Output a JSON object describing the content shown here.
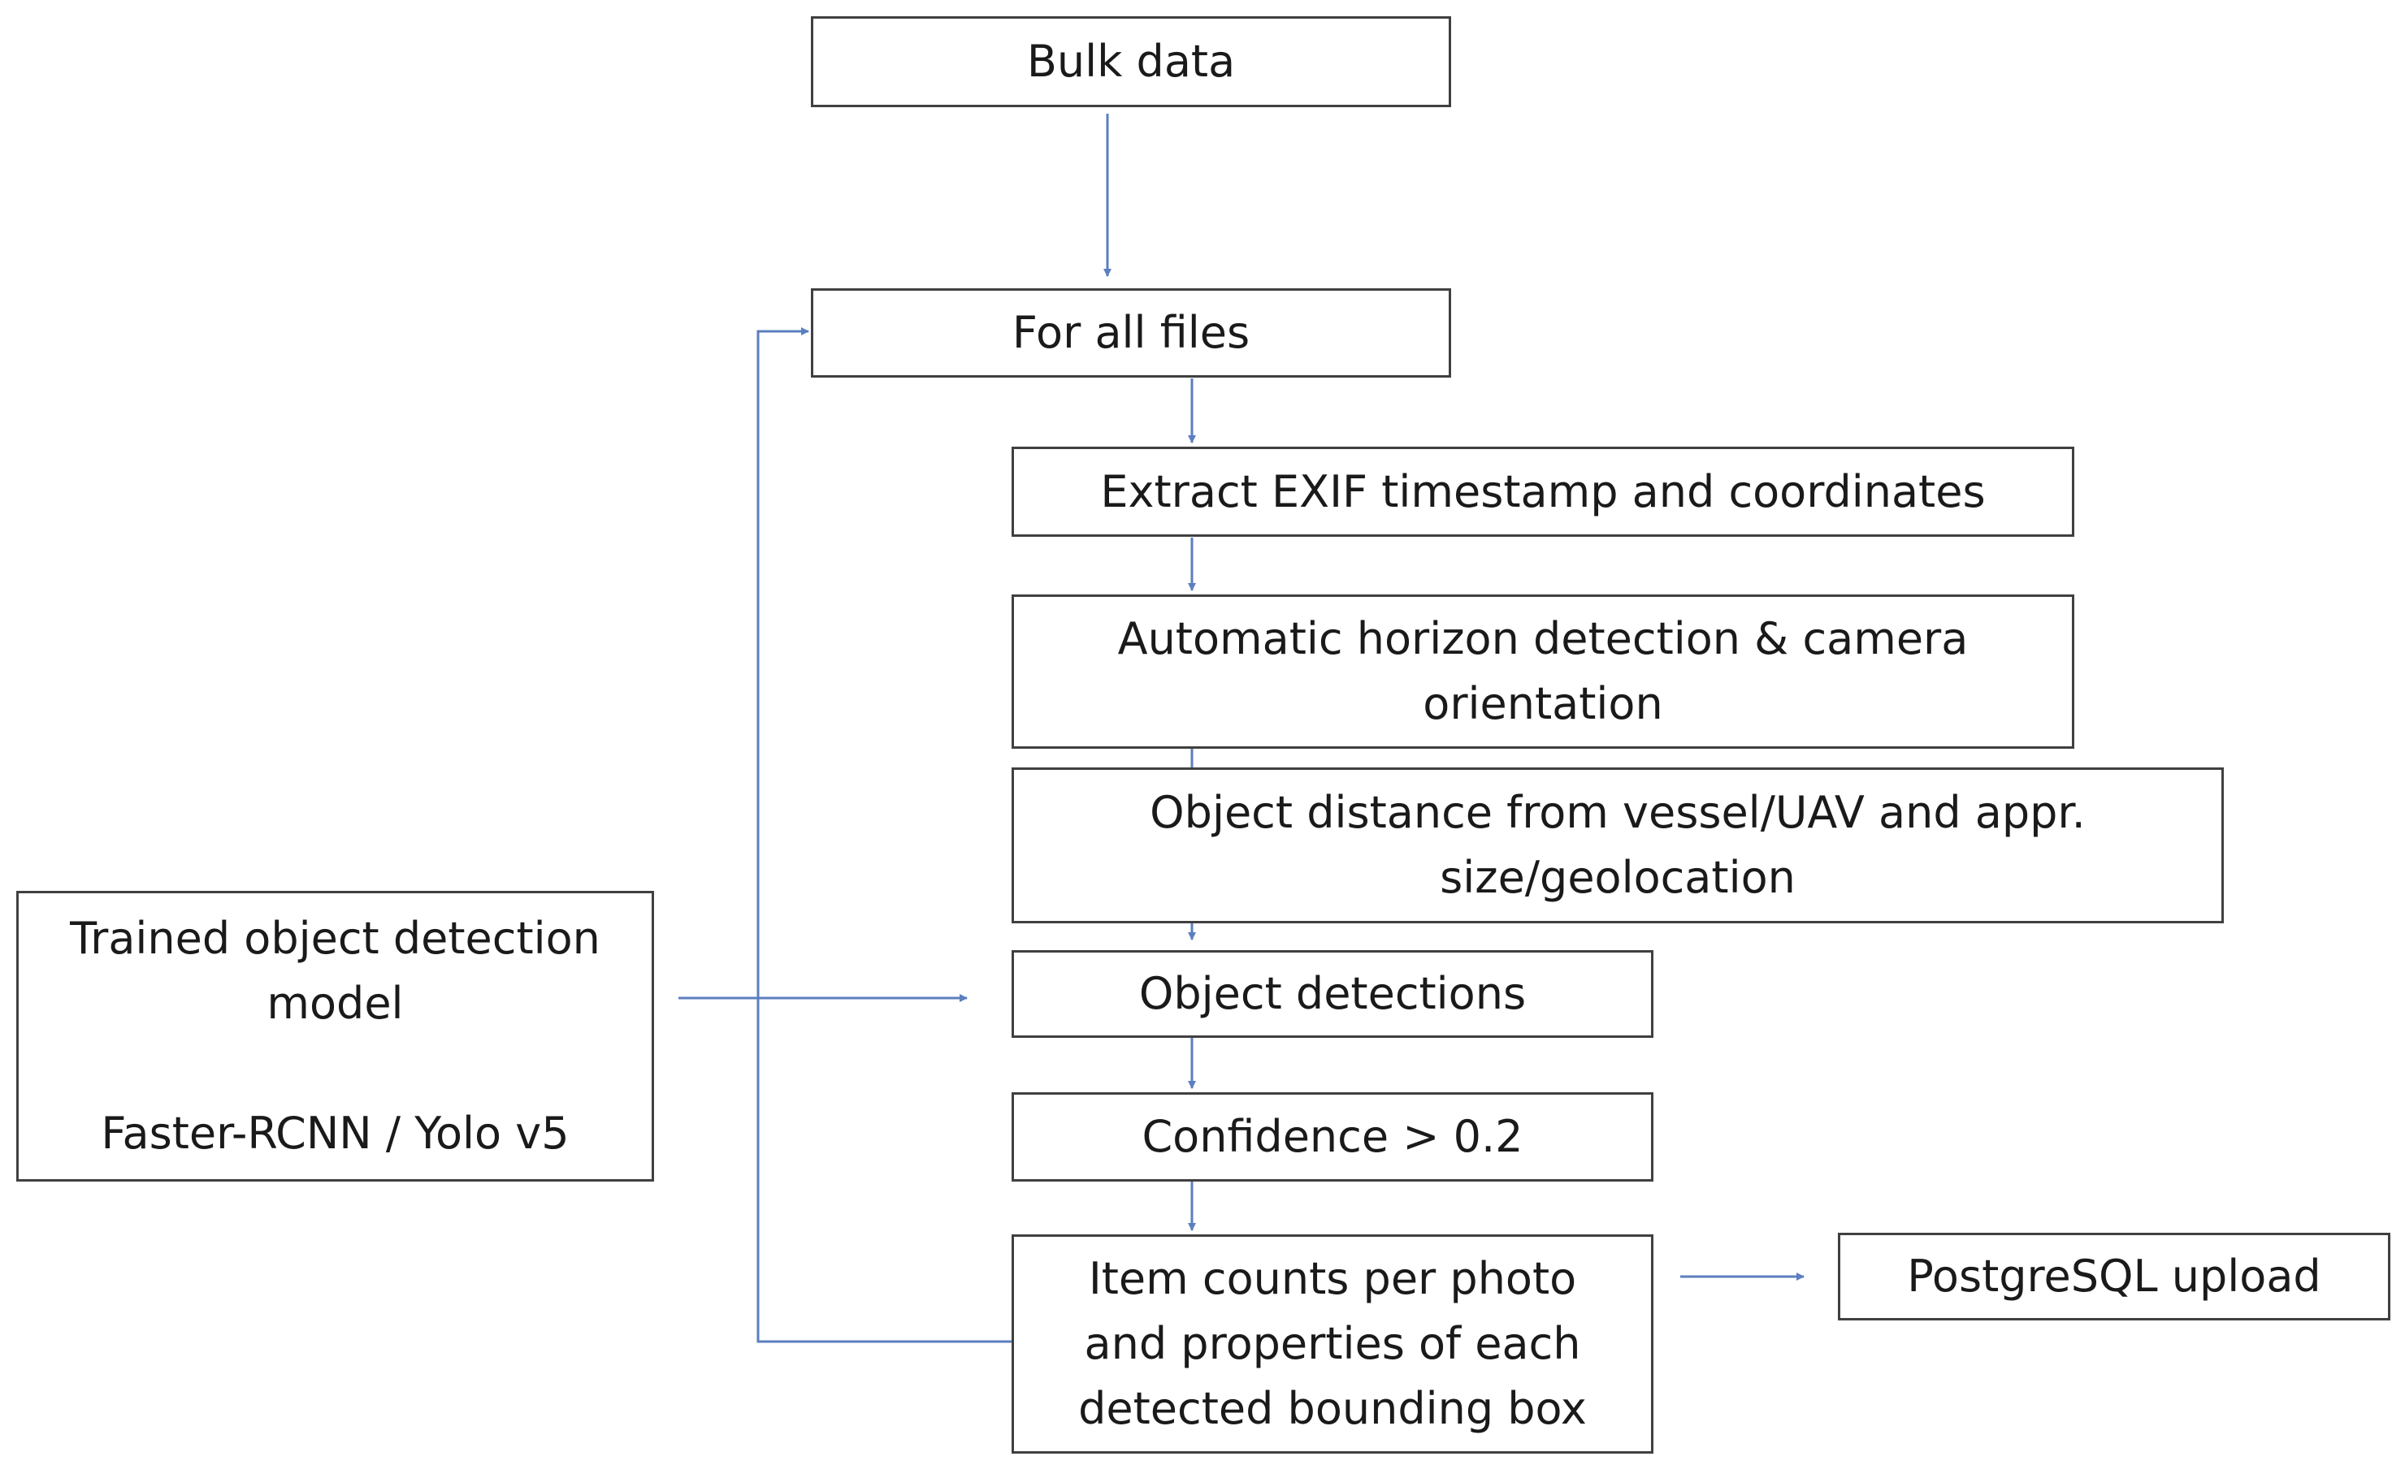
{
  "diagram": {
    "nodes": {
      "bulk_data": "Bulk data",
      "for_all_files": "For all files",
      "extract_exif": "Extract EXIF timestamp and coordinates",
      "horizon": [
        "Automatic horizon detection & camera",
        "orientation"
      ],
      "distance": [
        "Object distance from vessel/UAV and appr.",
        "size/geolocation"
      ],
      "object_detections": "Object detections",
      "confidence": "Confidence > 0.2",
      "item_counts": [
        "Item counts per photo",
        "and properties of each",
        "detected bounding box"
      ],
      "postgresql": "PostgreSQL upload",
      "model": {
        "title": [
          "Trained object detection",
          "model"
        ],
        "variants": "Faster-RCNN / Yolo v5"
      }
    },
    "colors": {
      "arrow": "#5b7fbf",
      "border": "#404040",
      "text": "#1a1a1a"
    }
  }
}
